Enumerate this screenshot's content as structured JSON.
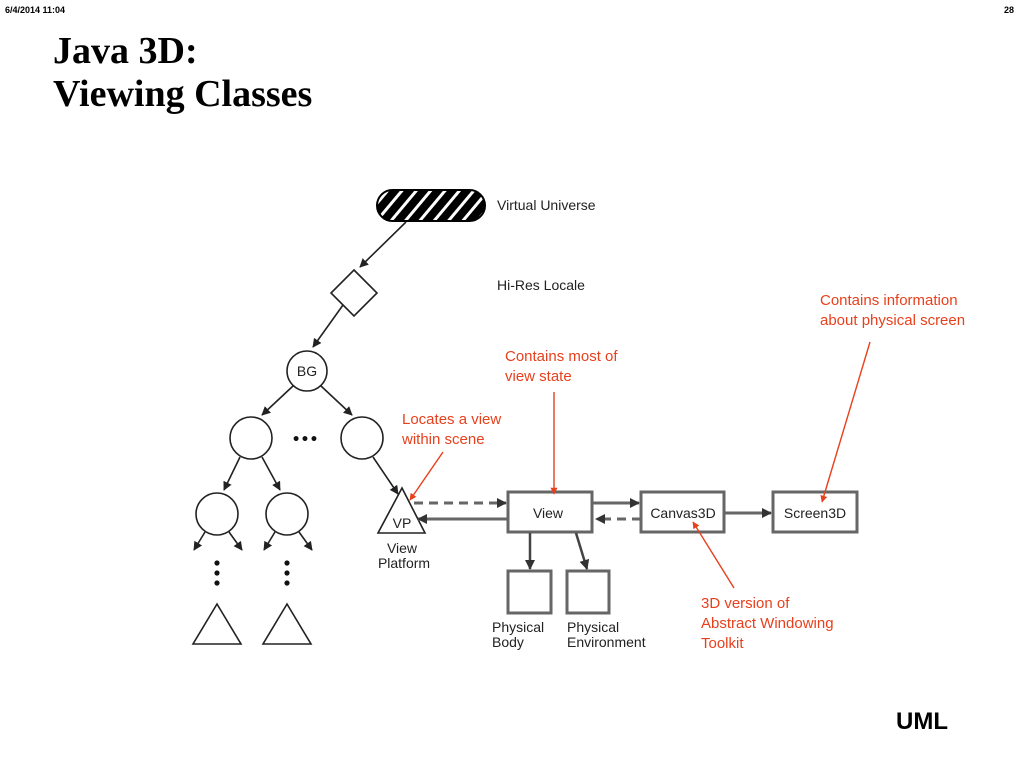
{
  "header": {
    "date_time": "6/4/2014  11:04",
    "page_number": "28"
  },
  "title": {
    "line1": "Java 3D:",
    "line2": "Viewing Classes"
  },
  "diagram": {
    "labels": {
      "virtual_universe": "Virtual Universe",
      "hi_res_locale": "Hi-Res Locale",
      "bg": "BG",
      "ellipsis": "•••",
      "vp": "VP",
      "view_platform_line1": "View",
      "view_platform_line2": "Platform",
      "view": "View",
      "canvas3d": "Canvas3D",
      "screen3d": "Screen3D",
      "physical_body_line1": "Physical",
      "physical_body_line2": "Body",
      "physical_env_line1": "Physical",
      "physical_env_line2": "Environment"
    },
    "annotations": {
      "view_platform": [
        "Locates a view",
        "within scene"
      ],
      "view": [
        "Contains most of",
        "view state"
      ],
      "screen3d": [
        "Contains information",
        "about physical screen"
      ],
      "canvas3d": [
        "3D version of",
        "Abstract Windowing",
        "Toolkit"
      ]
    },
    "colors": {
      "annotation": "#e8401c",
      "box_stroke": "#666666",
      "tree_stroke": "#222222"
    }
  },
  "footer": {
    "label": "UML"
  }
}
